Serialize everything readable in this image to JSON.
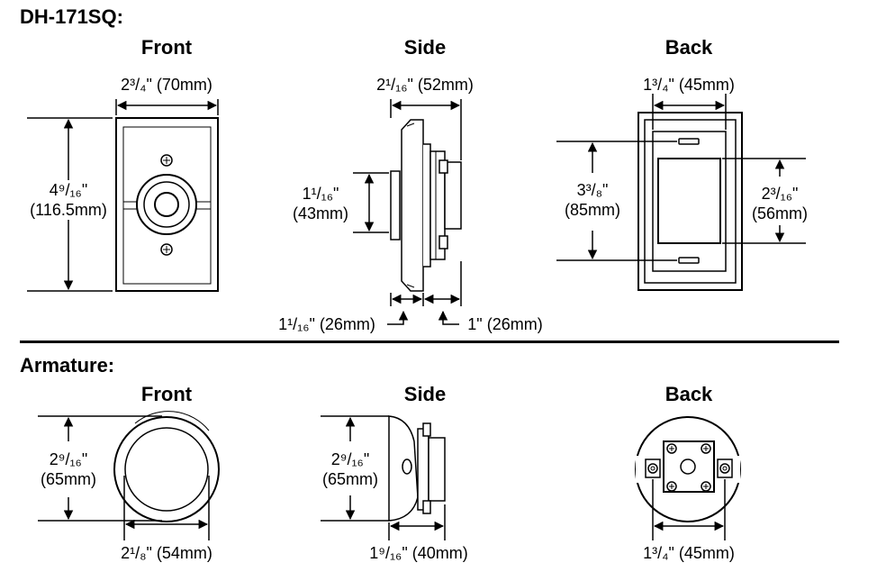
{
  "model": "DH-171SQ:",
  "armature_heading": "Armature:",
  "views": {
    "front": "Front",
    "side": "Side",
    "back": "Back"
  },
  "dims": {
    "front_width": "2³/₄\" (70mm)",
    "front_height_frac": "4⁹/₁₆\"",
    "front_height_mm": "(116.5mm)",
    "side_width": "2¹/₁₆\" (52mm)",
    "side_height_frac": "1¹/₁₆\"",
    "side_height_mm": "(43mm)",
    "side_bottom_left": "1¹/₁₆\" (26mm)",
    "side_bottom_right": "1\" (26mm)",
    "back_width": "1³/₄\" (45mm)",
    "back_left_frac": "3³/₈\"",
    "back_left_mm": "(85mm)",
    "back_right_frac": "2³/₁₆\"",
    "back_right_mm": "(56mm)",
    "arm_front_height_frac": "2⁹/₁₆\"",
    "arm_front_height_mm": "(65mm)",
    "arm_front_width": "2¹/₈\" (54mm)",
    "arm_side_height_frac": "2⁹/₁₆\"",
    "arm_side_height_mm": "(65mm)",
    "arm_side_width": "1⁹/₁₆\" (40mm)",
    "arm_back_width": "1³/₄\" (45mm)"
  }
}
